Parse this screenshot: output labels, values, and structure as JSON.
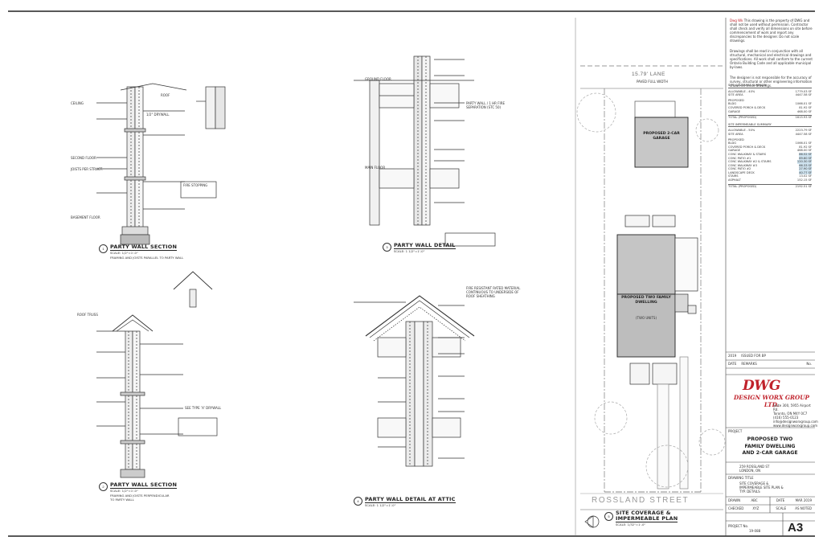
{
  "notes_block": {
    "paragraph_1_red": "Dwg Wk",
    "paragraph_1": "This drawing is the property of DWG and shall not be used without permission. Contractor shall check and verify all dimensions on site before commencement of work and report any discrepancies to the designer. Do not scale drawings.",
    "paragraph_2": "Drawings shall be read in conjunction with all structural, mechanical and electrical drawings and specifications. All work shall conform to the current Ontario Building Code and all applicable municipal by-laws.",
    "paragraph_3": "The designer is not responsible for the accuracy of survey, structural or other engineering information shown on these drawings."
  },
  "details": {
    "party_wall_section_1": {
      "number": "1",
      "title": "PARTY WALL SECTION",
      "scale": "SCALE: 1/2\"=1'-0\"",
      "note": "FRAMING AND JOISTS PARALLEL TO PARTY WALL"
    },
    "party_wall_section_2": {
      "number": "2",
      "title": "PARTY WALL SECTION",
      "scale": "SCALE: 1/2\"=1'-0\"",
      "note": "FRAMING AND JOISTS PERPENDICULAR TO PARTY WALL"
    },
    "party_wall_detail": {
      "number": "3",
      "title": "PARTY WALL DETAIL",
      "scale": "SCALE: 1 1/2\"=1'-0\""
    },
    "party_wall_detail_attic": {
      "number": "4",
      "title": "PARTY WALL DETAIL AT ATTIC",
      "scale": "SCALE: 1 1/2\"=1'-0\""
    },
    "site_plan": {
      "number": "5",
      "title": "SITE COVERAGE &",
      "title_2": "IMPERMEABLE PLAN",
      "scale": "SCALE: 1/32\"=1'-0\""
    }
  },
  "site": {
    "lane": "15.79' LANE",
    "lane_sub": "PAVED FULL WIDTH",
    "street": "ROSSLAND STREET",
    "garage_label": "PROPOSED\n2-CAR\nGARAGE",
    "dwelling_label": "PROPOSED\nTWO\nFAMILY\nDWELLING",
    "dwelling_sub": "(TWO UNITS)"
  },
  "coverage": {
    "title": "SITE COVERAGE SUMMARY",
    "rows": [
      [
        "ALLOWABLE - 40%",
        "1779.03 SF"
      ],
      [
        "SITE AREA",
        "4447.58 SF"
      ],
      [
        "PROPOSED",
        ""
      ],
      [
        "BLDG",
        "1066.01 SF"
      ],
      [
        "COVERED PORCH & DECK",
        "81.92 SF"
      ],
      [
        "GARAGE",
        "468.00 SF"
      ],
      [
        "TOTAL (PROPOSED)",
        "1615.93 SF"
      ]
    ],
    "impermeable_title": "SITE IMPERMEABLE SUMMARY",
    "imp_rows": [
      [
        "ALLOWABLE - 50%",
        "2223.79 SF"
      ],
      [
        "SITE AREA",
        "4447.58 SF"
      ],
      [
        "PROPOSED",
        ""
      ],
      [
        "BLDG",
        "1066.01 SF"
      ],
      [
        "COVERED PORCH & DECK",
        "81.92 SF"
      ],
      [
        "GARAGE",
        "468.00 SF"
      ],
      [
        "CONC WALKWAY & STAIRS",
        "86.52 SF"
      ],
      [
        "CONC PATIO #1",
        "69.60 SF"
      ],
      [
        "CONC WALKWAY #2 & STAIRS",
        "120.30 SF"
      ],
      [
        "CONC WALKWAY #3",
        "66.33 SF"
      ],
      [
        "CONC PATIO #2",
        "27.90 SF"
      ],
      [
        "LANDSCAPE DECK",
        "40.77 SF"
      ],
      [
        "STAIRS",
        "13.02 SF"
      ],
      [
        "ASPHALT",
        "152.15 SF"
      ],
      [
        "TOTAL (PROPOSED)",
        "2192.51 SF"
      ]
    ]
  },
  "revisions": {
    "row1": [
      "2019",
      "ISSUED FOR BP"
    ],
    "row2": [
      "DATE",
      "REMARKS",
      "No."
    ]
  },
  "firm": {
    "logo": "DWG",
    "name": "DESIGN WORX GROUP LTD.",
    "address": "Suite 300, 5955 Airport Rd.\nToronto, ON  M4Y 0C7\n(416) 555-0123\ninfo@designworxgroup.com\nwww.designworxgroup.com"
  },
  "project": {
    "label": "PROJECT",
    "title": "PROPOSED TWO\nFAMILY DWELLING\nAND 2-CAR GARAGE",
    "address": "259 ROSSLAND ST\nLONDON, ON",
    "drawing_label": "DRAWING TITLE",
    "drawing_title": "SITE COVERAGE &\nIMPERMEABLE SITE PLAN &\nTYP. DETAILS",
    "drawn_label": "DRAWN",
    "drawn": "ABC",
    "checked_label": "CHECKED",
    "checked": "XYZ",
    "scale_label": "SCALE",
    "scale": "AS NOTED",
    "date_label": "DATE",
    "date": "MAR 2019",
    "project_no_label": "PROJECT No.",
    "project_no": "19-088",
    "sheet": "A3"
  },
  "labels": {
    "roof": "ROOF",
    "ceiling": "CEILING",
    "second_floor": "SECOND FLOOR",
    "ground_floor": "GROUND FLOOR",
    "main_floor": "MAIN FLOOR",
    "basement": "BASEMENT FLOOR",
    "fire_stop": "FIRE STOPPING",
    "drywall": "1/2\" DRYWALL",
    "wall_type": "SEE TYPE 'X' DRYWALL",
    "joist": "JOISTS PER STRUCT.",
    "truss": "ROOF TRUSS",
    "party_wall_note": "PARTY WALL / 1 HR FIRE SEPARATION (STC 50)",
    "attic_note": "FIRE RESISTANT RATED MATERIAL CONTINUOUS TO UNDERSIDE OF ROOF SHEATHING"
  }
}
